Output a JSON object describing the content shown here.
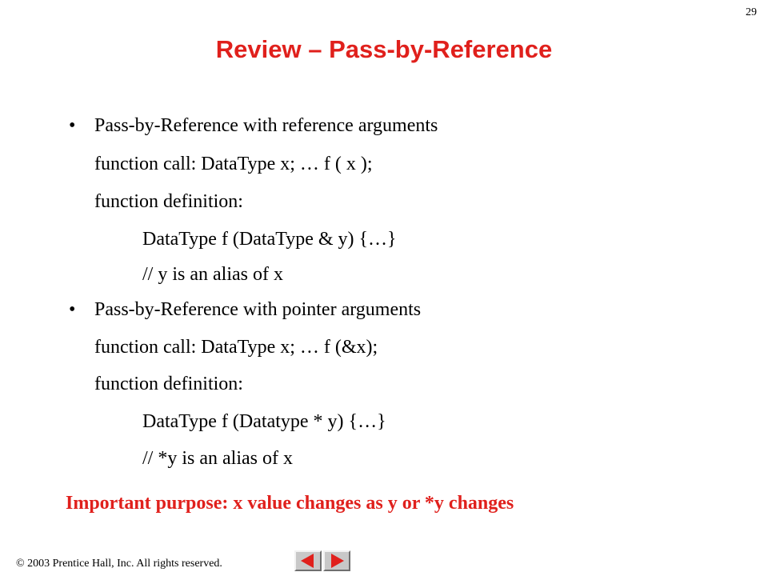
{
  "slide": {
    "page_number": "29",
    "title": "Review – Pass-by-Reference",
    "bullets": [
      {
        "text": "Pass-by-Reference with reference arguments",
        "lines": [
          "function call: DataType x; … f ( x );",
          "function definition:",
          "DataType f (DataType & y) {…}",
          "// y is an alias of x"
        ]
      },
      {
        "text": "Pass-by-Reference with pointer arguments",
        "lines": [
          "function call: DataType x; … f (&x);",
          "function definition:",
          "DataType f (Datatype * y) {…}",
          "// *y is an alias of x"
        ]
      }
    ],
    "important": "Important purpose: x value changes as y or *y changes",
    "copyright": "© 2003 Prentice Hall, Inc.  All rights reserved."
  },
  "nav": {
    "prev_icon": "triangle-left-icon",
    "next_icon": "triangle-right-icon",
    "icon_color": "#e0201c"
  },
  "colors": {
    "accent": "#e0201c",
    "text": "#000000",
    "background": "#ffffff"
  }
}
